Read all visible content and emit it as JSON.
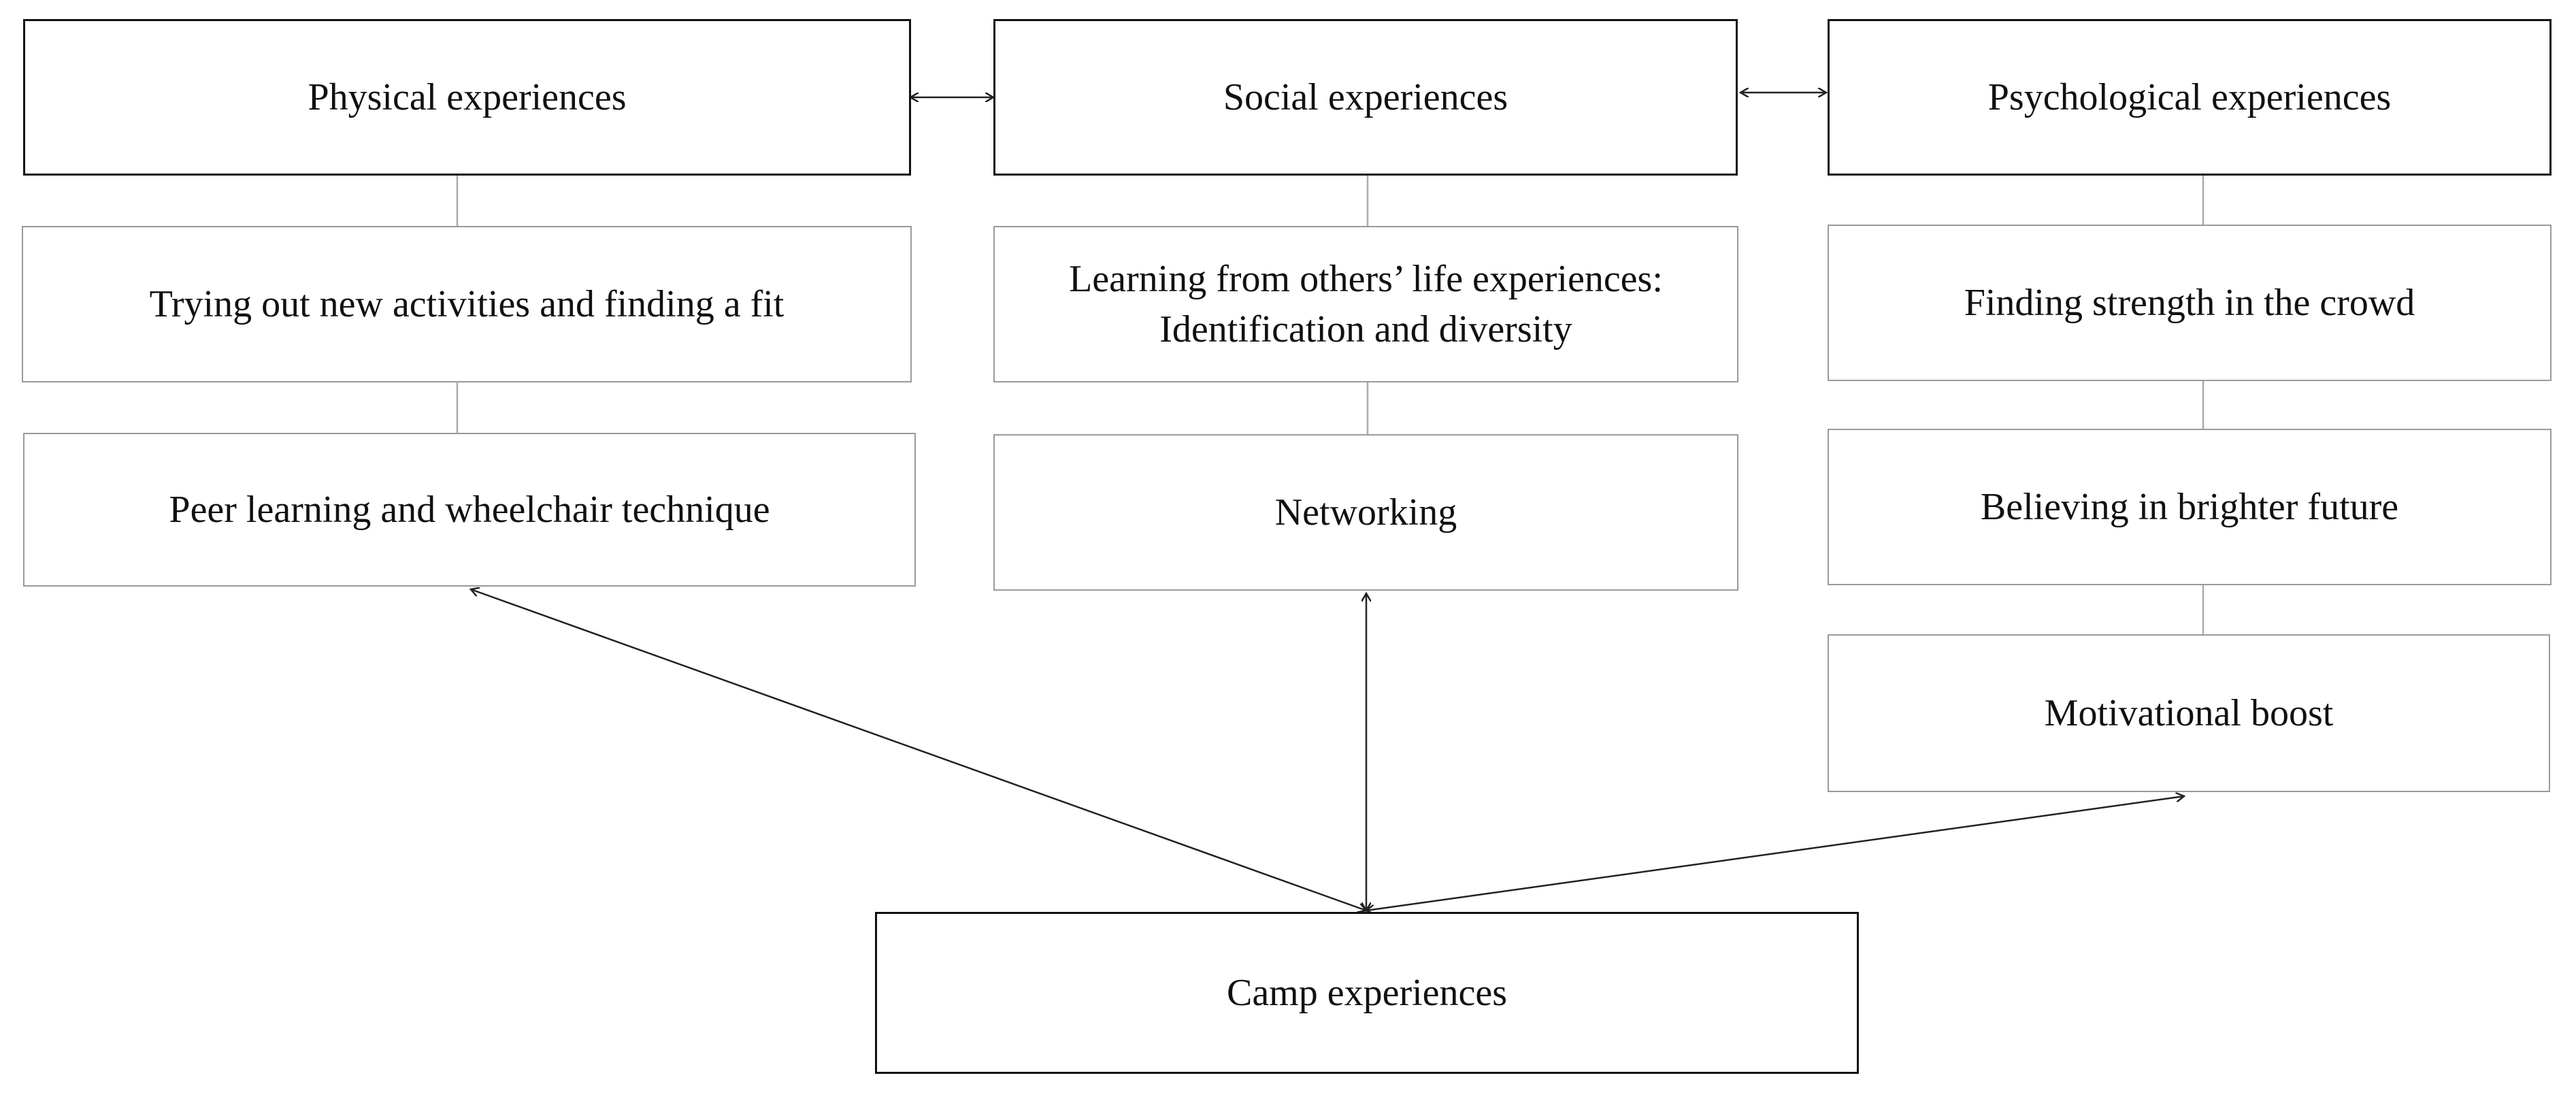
{
  "diagram": {
    "categories": {
      "physical": {
        "title": "Physical experiences",
        "items": [
          "Trying out new activities and finding a fit",
          "Peer learning and wheelchair technique"
        ]
      },
      "social": {
        "title": "Social experiences",
        "items": [
          "Learning from others’ life experiences:\nIdentification and diversity",
          "Networking"
        ]
      },
      "psychological": {
        "title": "Psychological experiences",
        "items": [
          "Finding strength in the crowd",
          "Believing in brighter future",
          "Motivational boost"
        ]
      }
    },
    "center": {
      "title": "Camp experiences"
    },
    "colors": {
      "main_border": "#111111",
      "sub_border": "#9a9a9a",
      "connector": "#aaaaaa",
      "arrow": "#222222"
    }
  }
}
